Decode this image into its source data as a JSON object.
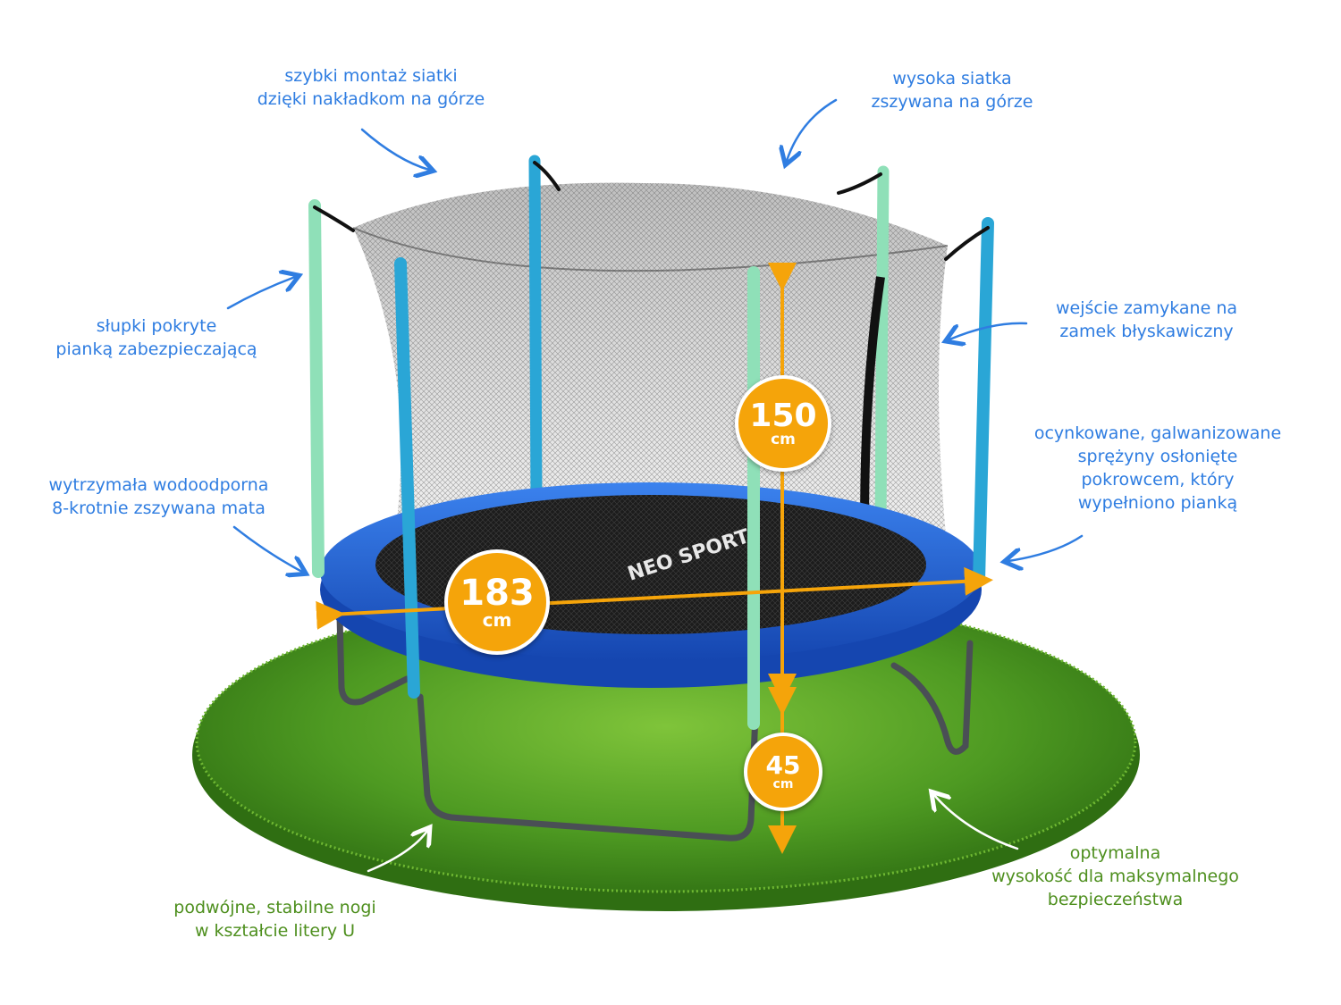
{
  "annotations": {
    "net_clips": [
      "szybki montaż siatki",
      "dzięki nakładkom na górze"
    ],
    "high_net": [
      "wysoka siatka",
      "zszywana na górze"
    ],
    "foam_poles": [
      "słupki pokryte",
      "pianką zabezpieczającą"
    ],
    "zip_entrance": [
      "wejście zamykane na",
      "zamek błyskawiczny"
    ],
    "springs": [
      "ocynkowane, galwanizowane",
      "sprężyny osłonięte",
      "pokrowcem, który",
      "wypełniono pianką"
    ],
    "mat": [
      "wytrzymała wodoodporna",
      "8-krotnie zszywana mata"
    ],
    "legs": [
      "podwójne, stabilne nogi",
      "w kształcie litery U"
    ],
    "height": [
      "optymalna",
      "wysokość dla maksymalnego",
      "bezpieczeństwa"
    ]
  },
  "dimensions": {
    "diameter": {
      "value": "183",
      "unit": "cm"
    },
    "net_height": {
      "value": "150",
      "unit": "cm"
    },
    "frame_height": {
      "value": "45",
      "unit": "cm"
    }
  },
  "logo": "NEO SPORT",
  "colors": {
    "annotation_blue": "#2f7de1",
    "annotation_green": "#4e8f1e",
    "badge_orange": "#f5a40a",
    "pad_blue": "#1f5fd0",
    "grass_green": "#3f8f1c",
    "pole_blue": "#2aa6d6",
    "pole_mint": "#8fe0b8"
  }
}
